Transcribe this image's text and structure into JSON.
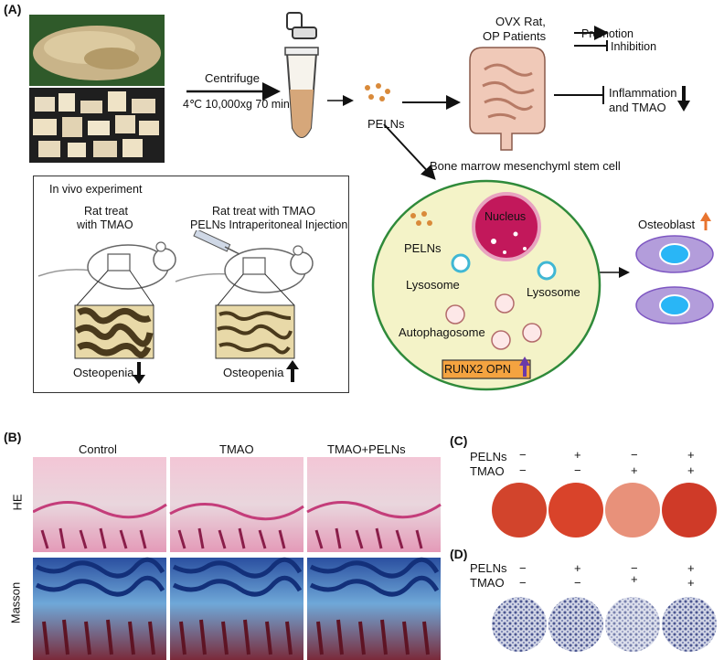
{
  "panelA": {
    "letter": "(A)",
    "centrifuge": "Centrifuge",
    "centrifuge_params": "4℃ 10,000xg 70 min",
    "pelns": "PELNs",
    "ovx": "OVX Rat,",
    "op": "OP Patients",
    "promotion": "Promotion",
    "inhibition": "Inhibition",
    "inflammation": "Inflammation",
    "and_tmao": "and TMAO",
    "bmsc": "Bone marrow mesenchyml stem cell",
    "invivo": {
      "title": "In vivo experiment",
      "rat1_l1": "Rat treat",
      "rat1_l2": "with TMAO",
      "rat2_l1": "Rat treat with TMAO",
      "rat2_l2": "PELNs Intraperitoneal Injection",
      "osteo1": "Osteopenia",
      "osteo2": "Osteopenia"
    },
    "cell": {
      "nucleus": "Nucleus",
      "pelns": "PELNs",
      "lysosome_left": "Lysosome",
      "lysosome_right": "Lysosome",
      "autophagosome": "Autophagosome",
      "markers": "RUNX2 OPN"
    },
    "osteoblast": "Osteoblast"
  },
  "panelB": {
    "letter": "(B)",
    "columns": [
      "Control",
      "TMAO",
      "TMAO+PELNs"
    ],
    "rows": [
      "HE",
      "Masson"
    ]
  },
  "panelC": {
    "letter": "(C)",
    "row1_label": "PELNs",
    "row2_label": "TMAO",
    "row1_signs": [
      "−",
      "+",
      "−",
      "+"
    ],
    "row2_signs": [
      "−",
      "−",
      "+",
      "+"
    ]
  },
  "panelD": {
    "letter": "(D)",
    "row1_label": "PELNs",
    "row2_label": "TMAO",
    "row1_signs": [
      "−",
      "+",
      "−",
      "+"
    ],
    "row2_signs": [
      "−",
      "−",
      "+",
      "+"
    ]
  },
  "colors": {
    "he_pink": "#e8a3c0",
    "masson_blue": "#2a4fa0",
    "alizarin_red": "#cf3a28",
    "cell_fill": "#f4f3c8",
    "cell_stroke": "#2f8a3a",
    "nucleus": "#c2185b",
    "osteoblast": "#b39ddb",
    "marker_box": "#f4a340",
    "arrow_orange": "#e8742f",
    "arrow_purple": "#6a3aa8"
  }
}
